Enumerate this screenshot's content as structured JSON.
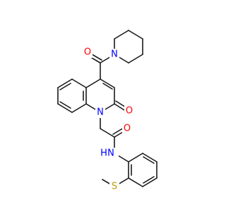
{
  "molecule": {
    "atoms": [
      {
        "id": "o-ketone",
        "label": "O",
        "color": "#ff0000"
      },
      {
        "id": "n-piperidine",
        "label": "N",
        "color": "#0000ff"
      },
      {
        "id": "o-lactam",
        "label": "O",
        "color": "#ff0000"
      },
      {
        "id": "n-quinoline",
        "label": "N",
        "color": "#0000ff"
      },
      {
        "id": "o-amide",
        "label": "O",
        "color": "#ff0000"
      },
      {
        "id": "nh-amide",
        "label": "N",
        "color": "#0000ff"
      },
      {
        "id": "h-amide",
        "label": "H",
        "color": "#0000ff"
      },
      {
        "id": "s-thioether",
        "label": "S",
        "color": "#b8a000"
      }
    ]
  }
}
